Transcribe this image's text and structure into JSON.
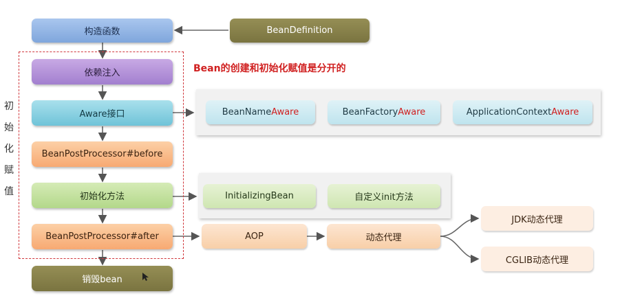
{
  "nodes": {
    "constructor": "构造函数",
    "bean_definition": "BeanDefinition",
    "dependency_injection": "依赖注入",
    "aware_interface": "Aware接口",
    "bpp_before": "BeanPostProcessor#before",
    "init_method": "初始化方法",
    "bpp_after": "BeanPostProcessor#after",
    "destroy_bean": "销毁bean"
  },
  "aware_items": [
    {
      "prefix": "BeanName",
      "suffix": "Aware"
    },
    {
      "prefix": "BeanFactory",
      "suffix": "Aware"
    },
    {
      "prefix": "ApplicationContext",
      "suffix": "Aware"
    }
  ],
  "init_items": [
    "InitializingBean",
    "自定义init方法"
  ],
  "aop": {
    "aop": "AOP",
    "dynamic_proxy": "动态代理",
    "jdk_proxy": "JDK动态代理",
    "cglib_proxy": "CGLIB动态代理"
  },
  "note": "Bean的创建和初始化赋值是分开的",
  "side_label": [
    "初",
    "始",
    "化",
    "赋",
    "值"
  ],
  "colors": {
    "dashed_border": "#d0353a",
    "aware_highlight": "#d02020",
    "note": "#d02020"
  }
}
